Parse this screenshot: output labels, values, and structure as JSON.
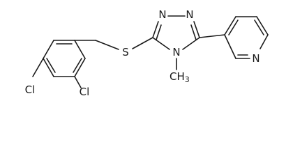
{
  "molecule": {
    "atoms": {
      "cl_left": "Cl",
      "cl_right": "Cl",
      "sulfur": "S",
      "triazole_n1": "N",
      "triazole_n2": "N",
      "triazole_n4": "N",
      "methyl": "CH",
      "methyl_subscript": "3",
      "pyridine_n": "N"
    }
  }
}
